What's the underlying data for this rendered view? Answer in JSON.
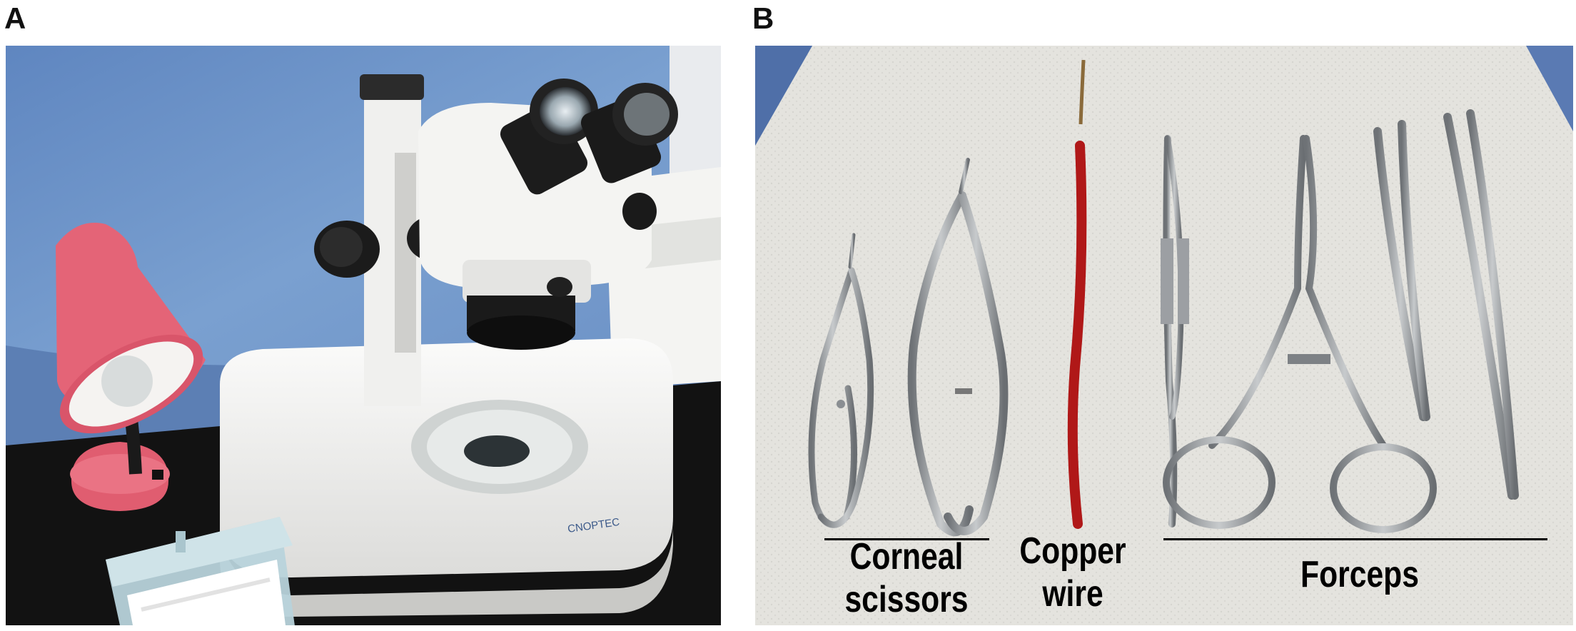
{
  "panels": {
    "a": {
      "letter": "A"
    },
    "b": {
      "letter": "B"
    }
  },
  "labels": {
    "corneal_line1": "Corneal",
    "corneal_line2": "scissors",
    "copper_line1": "Copper",
    "copper_line2": "wire",
    "forceps": "Forceps"
  },
  "colors": {
    "drape_blue": "#6f93c6",
    "bench_black": "#101010",
    "lamp_pink": "#e36275",
    "microscope_white": "#f2f2f0",
    "paper_white": "#e6e5e0",
    "copper_red": "#b01818",
    "steel": "#9a9ea2"
  }
}
